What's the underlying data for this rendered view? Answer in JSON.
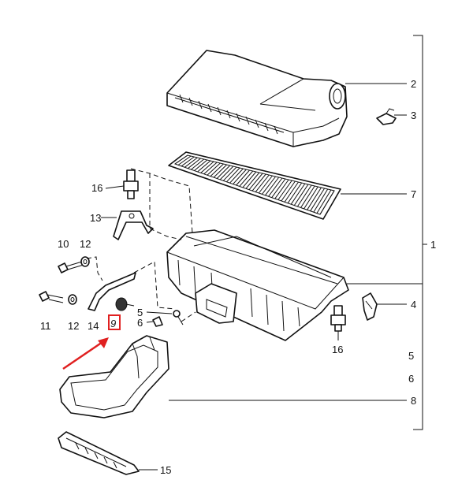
{
  "diagram": {
    "callouts": {
      "c1": "1",
      "c2": "2",
      "c3": "3",
      "c4": "4",
      "c5a": "5",
      "c5b": "5",
      "c6a": "6",
      "c6b": "6",
      "c7": "7",
      "c8": "8",
      "c9": "9",
      "c10": "10",
      "c11": "11",
      "c12a": "12",
      "c12b": "12",
      "c13": "13",
      "c14": "14",
      "c15": "15",
      "c16a": "16",
      "c16b": "16"
    },
    "highlight_color": "#e02020",
    "line_color": "#111111"
  }
}
